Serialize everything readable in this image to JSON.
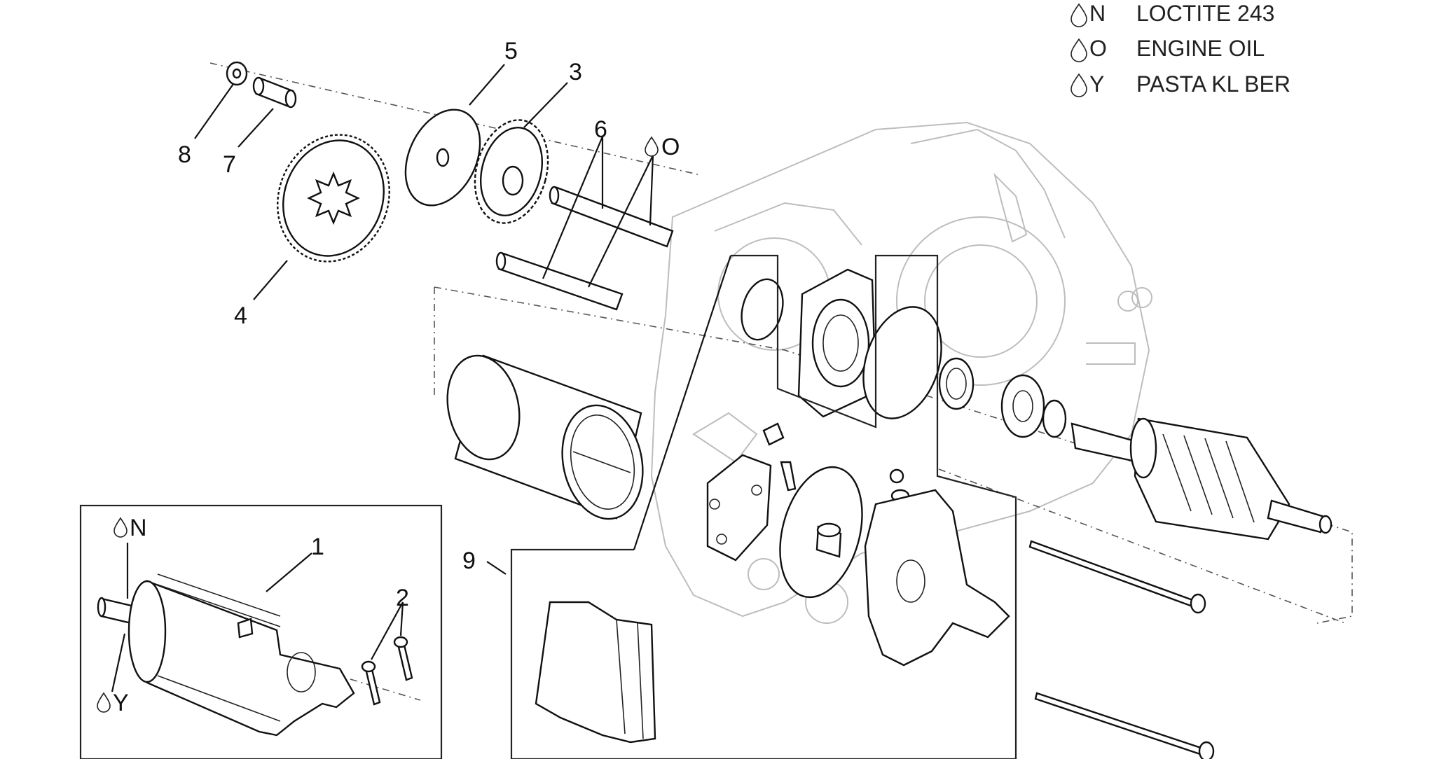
{
  "legend": [
    {
      "code": "N",
      "text": "LOCTITE 243"
    },
    {
      "code": "O",
      "text": "ENGINE OIL"
    },
    {
      "code": "Y",
      "text": "PASTA KL BER"
    }
  ],
  "callouts": {
    "c1": "1",
    "c2": "2",
    "c3": "3",
    "c4": "4",
    "c5": "5",
    "c6": "6",
    "c7": "7",
    "c8": "8",
    "c9": "9"
  },
  "markers": {
    "oil_on_pins": "O",
    "inset_top": "N",
    "inset_bottom": "Y"
  },
  "icons": {
    "drop": "droplet-icon"
  }
}
